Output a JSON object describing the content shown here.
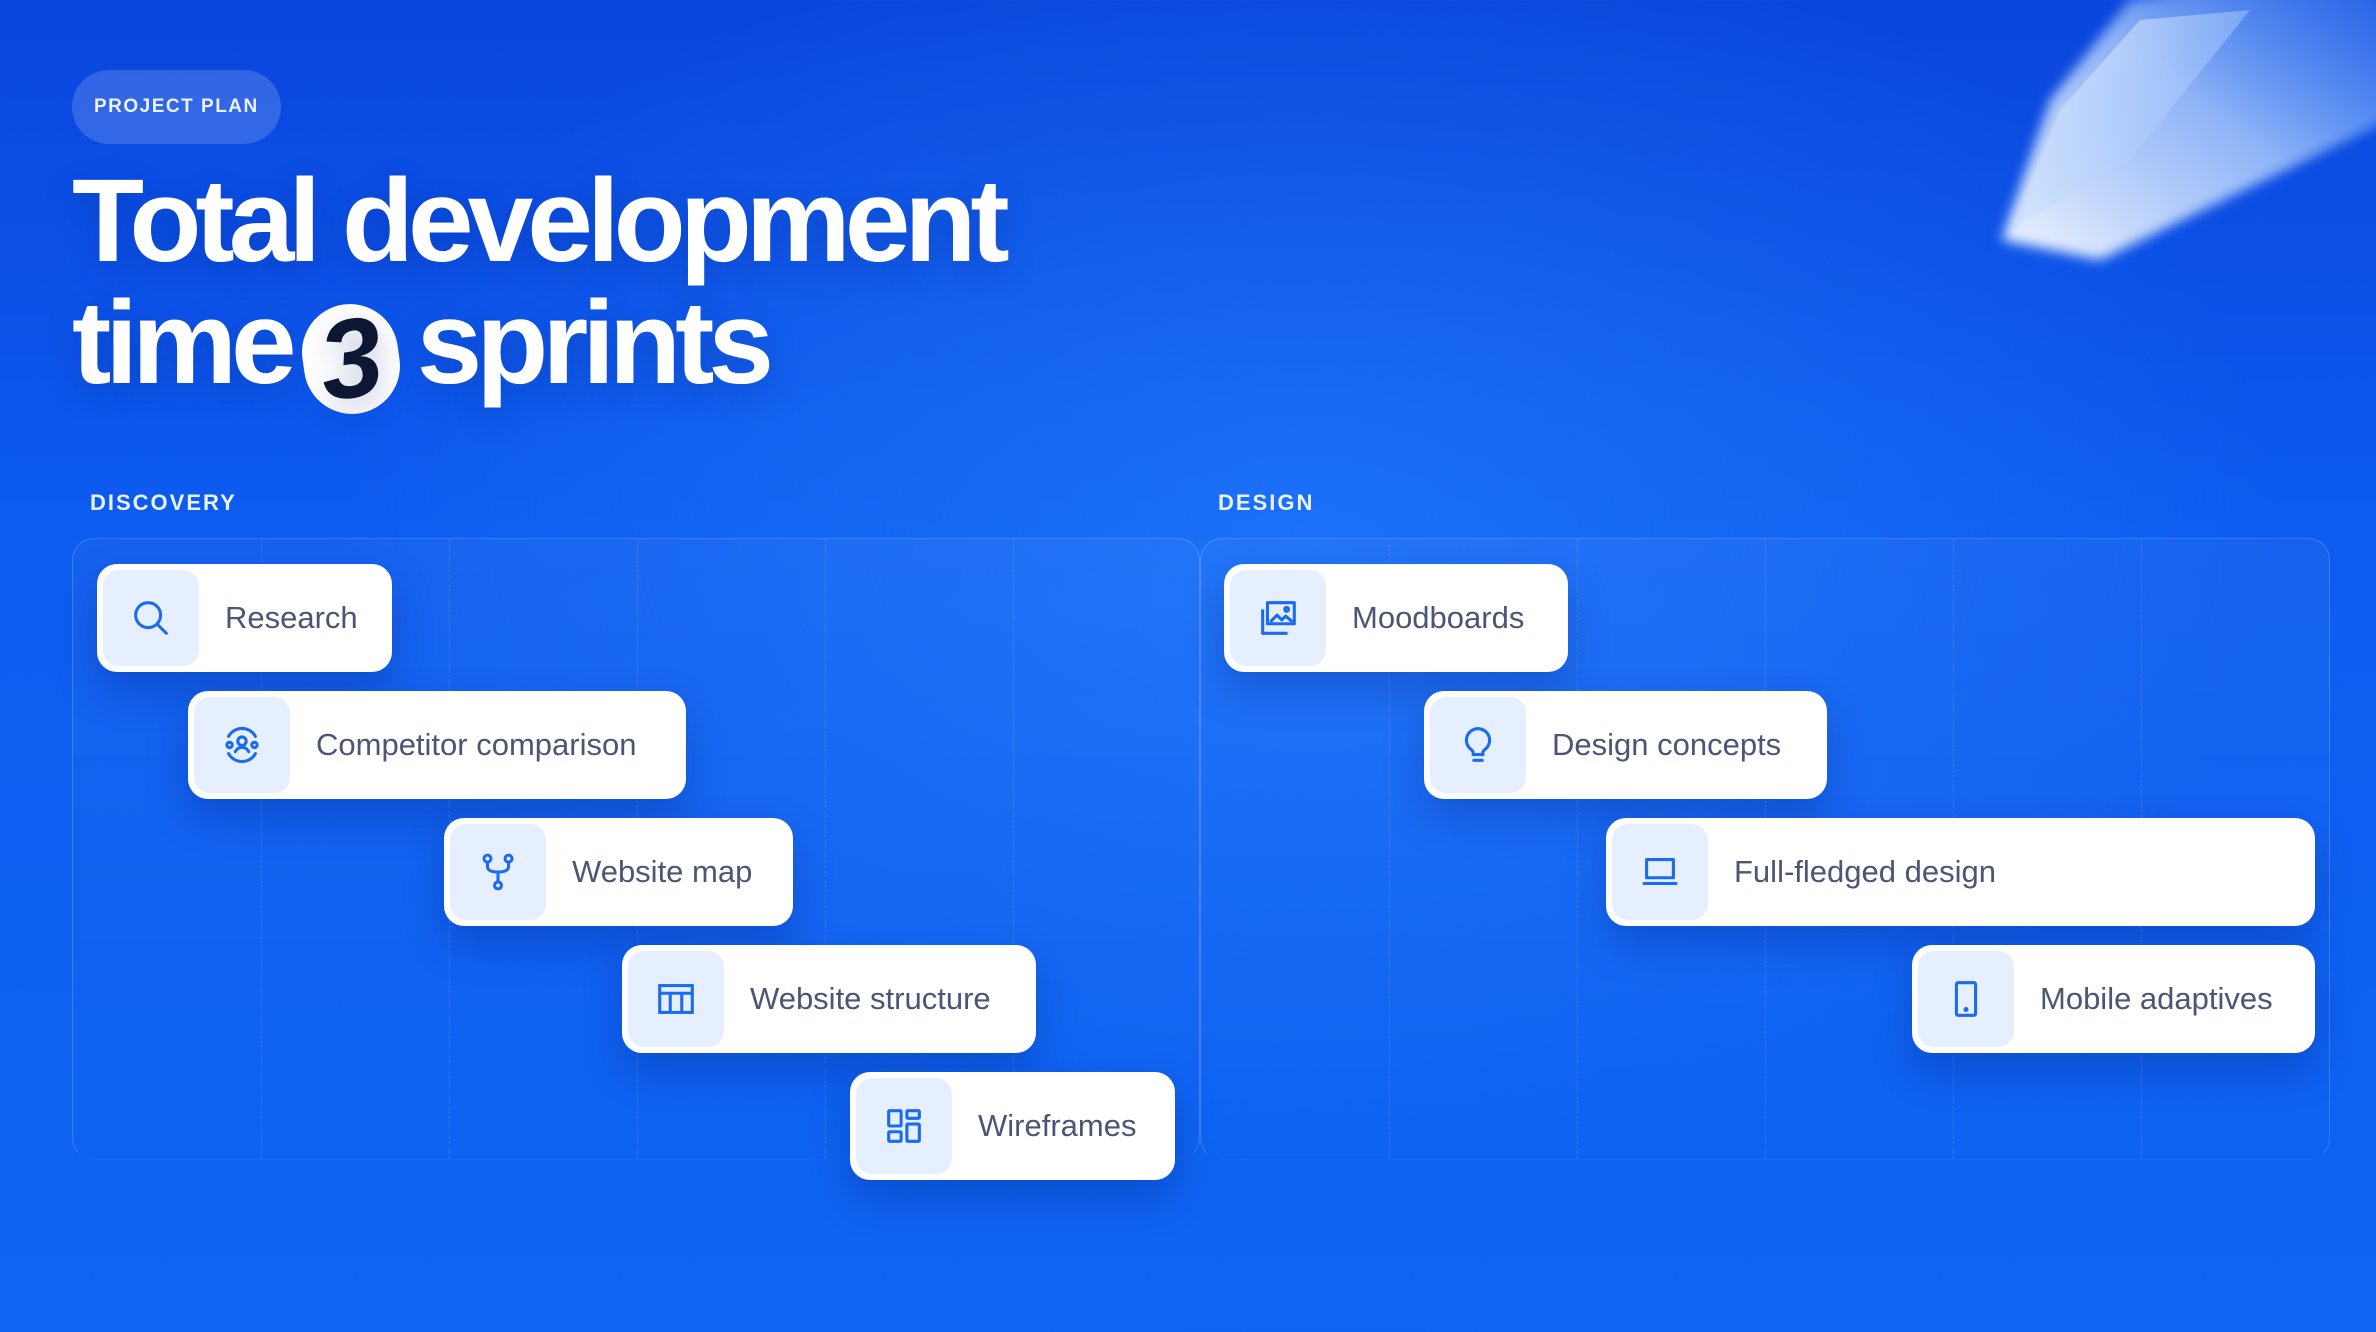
{
  "badge": "PROJECT PLAN",
  "headline": {
    "line1": "Total development",
    "line2_before": "time",
    "line2_number": "3",
    "line2_after": "sprints"
  },
  "colors": {
    "background": "#0d5cf0",
    "card": "#ffffff",
    "icon_tile": "#e6efff",
    "icon": "#1a6bf0",
    "card_text": "#4a5673"
  },
  "sections": [
    {
      "label": "DISCOVERY",
      "tasks": [
        {
          "label": "Research",
          "icon": "search-icon"
        },
        {
          "label": "Competitor comparison",
          "icon": "people-compare-icon"
        },
        {
          "label": "Website map",
          "icon": "branch-icon"
        },
        {
          "label": "Website structure",
          "icon": "table-icon"
        },
        {
          "label": "Wireframes",
          "icon": "layout-grid-icon"
        }
      ]
    },
    {
      "label": "DESIGN",
      "tasks": [
        {
          "label": "Moodboards",
          "icon": "images-icon"
        },
        {
          "label": "Design concepts",
          "icon": "lightbulb-icon"
        },
        {
          "label": "Full-fledged design",
          "icon": "laptop-icon"
        },
        {
          "label": "Mobile adaptives",
          "icon": "smartphone-icon"
        }
      ]
    }
  ]
}
